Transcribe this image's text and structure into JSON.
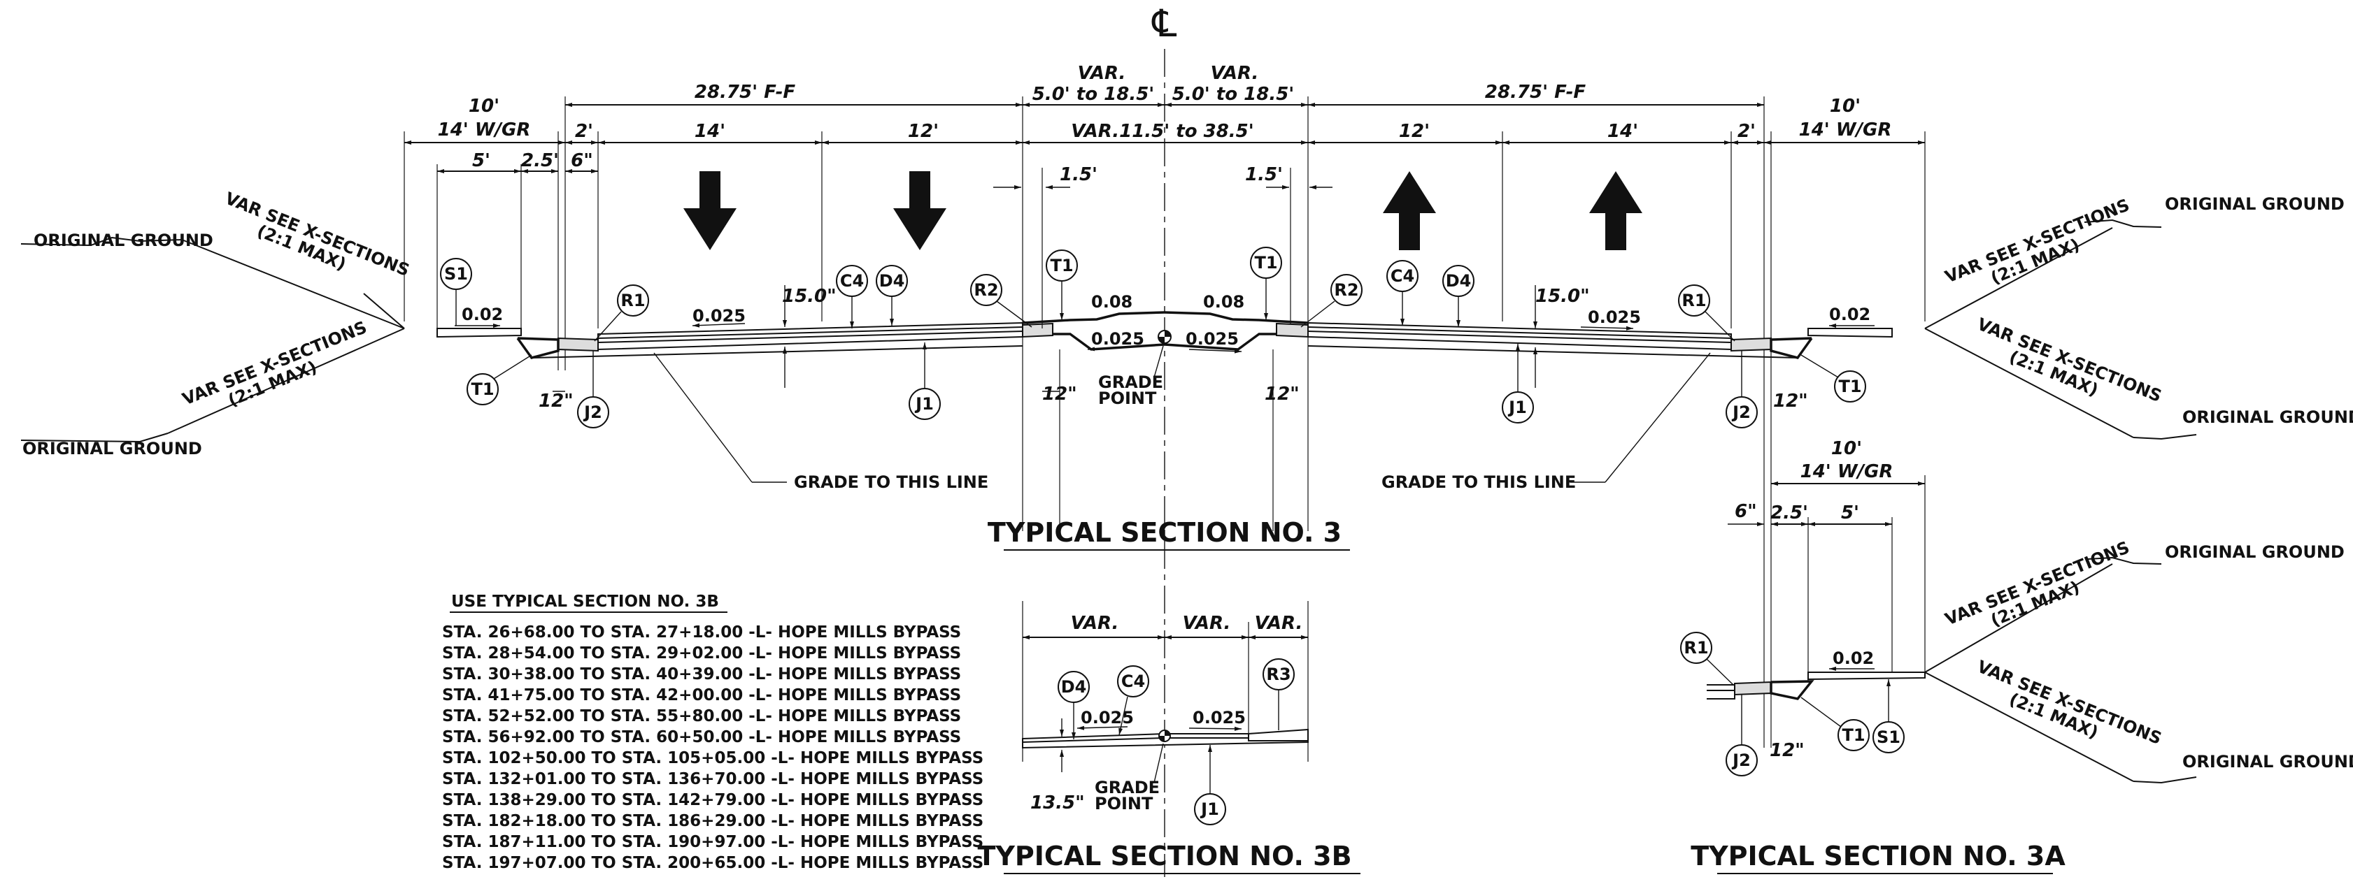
{
  "centerline_symbol": "℄",
  "section3": {
    "title": "TYPICAL SECTION  NO. 3",
    "left": {
      "dim_top": "28.75' F-F",
      "dim_var_top": "VAR.",
      "dim_var_range": "5.0' to 18.5'",
      "dim_shoulder_top": "10'",
      "dim_shoulder_gr": "14' W/GR",
      "dim_2": "2'",
      "dim_14": "14'",
      "dim_12": "12'",
      "dim_5": "5'",
      "dim_25": "2.5'",
      "dim_6in": "6\"",
      "dim_15in": "1.5'",
      "dim_150": "15.0\"",
      "dim_12in": "12\"",
      "slope_shoulder": "0.02",
      "slope_lane": "0.025",
      "slope_median_top": "0.08",
      "slope_median_bot": "0.025",
      "var_see_1": "VAR SEE X-SECTIONS",
      "var_see_2": "(2:1 MAX)",
      "original_ground": "ORIGINAL GROUND",
      "grade_note": "GRADE TO  THIS LINE"
    },
    "center": {
      "dim_var_mid": "VAR.11.5' to 38.5'",
      "grade_point_1": "GRADE",
      "grade_point_2": "POINT"
    },
    "right": {
      "dim_top": "28.75' F-F",
      "dim_var_top": "VAR.",
      "dim_var_range": "5.0' to 18.5'",
      "dim_shoulder_top": "10'",
      "dim_shoulder_gr": "14' W/GR",
      "dim_2": "2'",
      "dim_14": "14'",
      "dim_12": "12'",
      "dim_15in": "1.5'",
      "dim_150": "15.0\"",
      "dim_12in": "12\"",
      "slope_shoulder": "0.02",
      "slope_lane": "0.025",
      "slope_median_top": "0.08",
      "slope_median_bot": "0.025",
      "var_see_1": "VAR SEE X-SECTIONS",
      "var_see_2": "(2:1 MAX)",
      "original_ground": "ORIGINAL GROUND",
      "grade_note": "GRADE TO  THIS LINE"
    },
    "callouts": {
      "S1": "S1",
      "T1": "T1",
      "R1": "R1",
      "R2": "R2",
      "C4": "C4",
      "D4": "D4",
      "J1": "J1",
      "J2": "J2",
      "R3": "R3"
    }
  },
  "section3b": {
    "title": "TYPICAL SECTION  NO. 3B",
    "dim_var_1": "VAR.",
    "dim_var_2": "VAR.",
    "dim_var_3": "VAR.",
    "slope_1": "0.025",
    "slope_2": "0.025",
    "dim_135": "13.5\"",
    "grade_point_1": "GRADE",
    "grade_point_2": "POINT"
  },
  "section3a": {
    "title": "TYPICAL SECTION  NO. 3A",
    "dim_shoulder_top": "10'",
    "dim_shoulder_gr": "14' W/GR",
    "dim_6in": "6\"",
    "dim_25": "2.5'",
    "dim_5": "5'",
    "dim_12in": "12\"",
    "slope_shoulder": "0.02",
    "var_see_1": "VAR SEE X-SECTIONS",
    "var_see_2": "(2:1 MAX)",
    "original_ground": "ORIGINAL GROUND"
  },
  "station_list": {
    "heading": "USE TYPICAL SECTION  NO. 3B",
    "rows": [
      "STA. 26+68.00  TO   STA. 27+18.00   -L- HOPE MILLS BYPASS",
      "STA. 28+54.00  TO   STA. 29+02.00   -L- HOPE MILLS BYPASS",
      "STA. 30+38.00  TO   STA. 40+39.00   -L- HOPE MILLS BYPASS",
      "STA. 41+75.00  TO   STA. 42+00.00   -L- HOPE MILLS BYPASS",
      "STA. 52+52.00  TO   STA. 55+80.00   -L- HOPE MILLS BYPASS",
      "STA. 56+92.00  TO   STA. 60+50.00   -L- HOPE MILLS BYPASS",
      "STA. 102+50.00  TO   STA. 105+05.00   -L- HOPE MILLS BYPASS",
      "STA. 132+01.00  TO   STA. 136+70.00   -L- HOPE MILLS BYPASS",
      "STA. 138+29.00  TO   STA. 142+79.00   -L- HOPE MILLS BYPASS",
      "STA. 182+18.00  TO   STA. 186+29.00   -L- HOPE MILLS BYPASS",
      "STA. 187+11.00  TO   STA. 190+97.00   -L- HOPE MILLS BYPASS",
      "STA. 197+07.00  TO   STA. 200+65.00   -L- HOPE MILLS BYPASS"
    ]
  }
}
